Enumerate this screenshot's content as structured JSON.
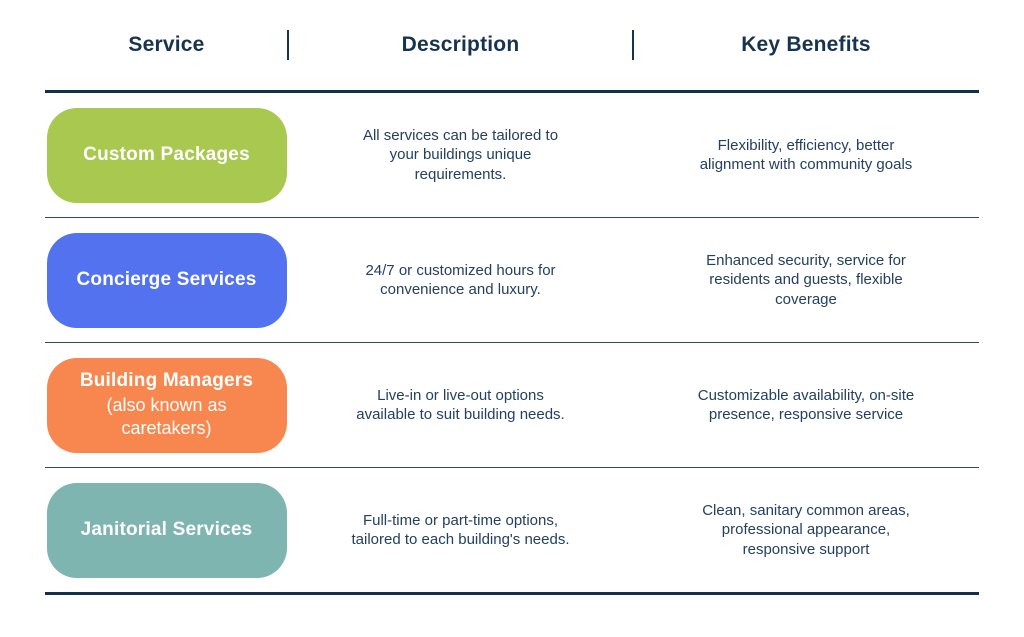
{
  "header": {
    "columns": [
      {
        "label": "Service"
      },
      {
        "label": "Description"
      },
      {
        "label": "Key Benefits"
      }
    ]
  },
  "colors": {
    "header_text": "#16334f",
    "body_text": "#24405e",
    "rule": "#14304a",
    "separator": "#33495f",
    "badge_green": "#a9c84f",
    "badge_blue": "#5372f0",
    "badge_orange": "#f8874f",
    "badge_teal": "#7eb5b1"
  },
  "rows": [
    {
      "service": {
        "label": "Custom Packages",
        "sublabel": "",
        "color": "#a9c84f"
      },
      "description": "All services can be tailored to\nyour buildings unique\nrequirements.",
      "benefits": "Flexibility, efficiency, better\nalignment with community goals"
    },
    {
      "service": {
        "label": "Concierge Services",
        "sublabel": "",
        "color": "#5372f0"
      },
      "description": "24/7 or customized hours for\nconvenience and luxury.",
      "benefits": "Enhanced security, service for\nresidents and guests, flexible\ncoverage"
    },
    {
      "service": {
        "label": "Building Managers",
        "sublabel": "(also known as\ncaretakers)",
        "color": "#f8874f"
      },
      "description": "Live-in or live-out options\navailable to suit building needs.",
      "benefits": "Customizable availability, on-site\npresence, responsive service"
    },
    {
      "service": {
        "label": "Janitorial Services",
        "sublabel": "",
        "color": "#7eb5b1"
      },
      "description": "Full-time or part-time options,\ntailored to each building's needs.",
      "benefits": "Clean, sanitary common areas,\nprofessional appearance,\nresponsive support"
    }
  ]
}
